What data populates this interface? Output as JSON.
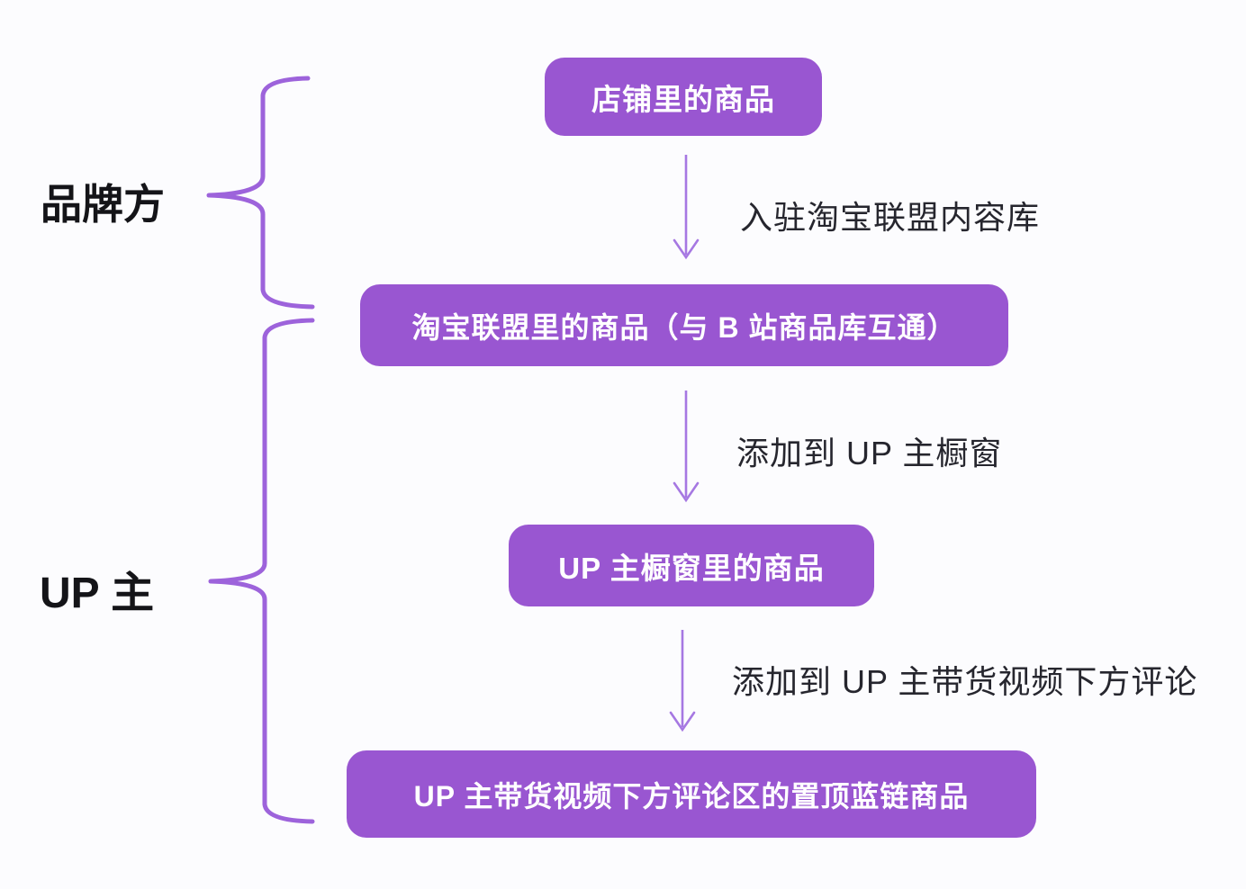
{
  "canvas": {
    "background": "#fcfcfe"
  },
  "palette": {
    "node_fill": "#9956d1",
    "node_text": "#ffffff",
    "brace_stroke": "#9d63db",
    "arrow_stroke": "#a678e2",
    "label_text": "#26262e"
  },
  "groups": [
    {
      "id": "brand",
      "label": "品牌方"
    },
    {
      "id": "uploader",
      "label": "UP 主"
    }
  ],
  "nodes": [
    {
      "id": "shop",
      "label": "店铺里的商品"
    },
    {
      "id": "alliance",
      "label": "淘宝联盟里的商品（与 B 站商品库互通）"
    },
    {
      "id": "showcase",
      "label": "UP 主橱窗里的商品"
    },
    {
      "id": "pinned",
      "label": "UP 主带货视频下方评论区的置顶蓝链商品"
    }
  ],
  "edges": [
    {
      "from": "shop",
      "to": "alliance",
      "label": "入驻淘宝联盟内容库"
    },
    {
      "from": "alliance",
      "to": "showcase",
      "label": "添加到 UP 主橱窗"
    },
    {
      "from": "showcase",
      "to": "pinned",
      "label": "添加到 UP 主带货视频下方评论"
    }
  ]
}
